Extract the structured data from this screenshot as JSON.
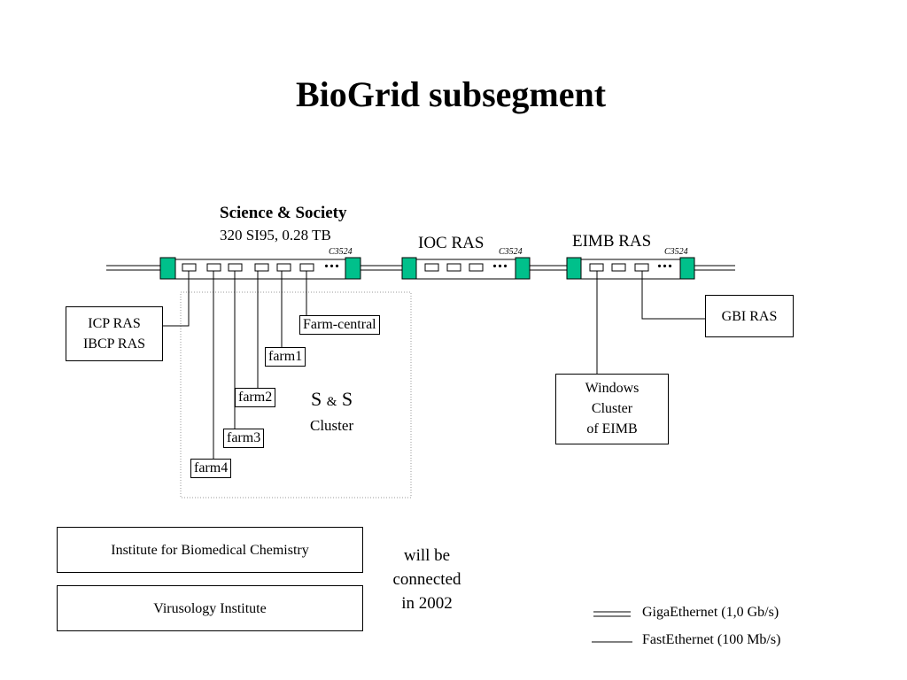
{
  "title": "BioGrid subsegment",
  "science_society": {
    "name": "Science & Society",
    "spec": "320 SI95, 0.28 TB",
    "switch": "C3524"
  },
  "ioc": {
    "name": "IOC RAS",
    "switch": "C3524"
  },
  "eimb": {
    "name": "EIMB RAS",
    "switch": "C3524"
  },
  "ellipsis": "...",
  "icp": {
    "line1": "ICP RAS",
    "line2": "IBCP RAS"
  },
  "gbi": "GBI RAS",
  "windows_cluster": {
    "line1": "Windows",
    "line2": "Cluster",
    "line3": "of EIMB"
  },
  "farms": {
    "central": "Farm-central",
    "farm1": "farm1",
    "farm2": "farm2",
    "farm3": "farm3",
    "farm4": "farm4"
  },
  "cluster_label": {
    "s1": "S",
    "amp": "&",
    "s2": "S",
    "word": "Cluster"
  },
  "future": {
    "institutes": [
      "Institute for Biomedical Chemistry",
      "Virusology Institute"
    ],
    "note_lines": [
      "will be",
      "connected",
      "in 2002"
    ]
  },
  "legend": {
    "giga": "GigaEthernet (1,0 Gb/s)",
    "fast": "FastEthernet (100 Mb/s)"
  },
  "colors": {
    "port": "#00c08b",
    "line": "#000000",
    "dotted": "#999999"
  }
}
